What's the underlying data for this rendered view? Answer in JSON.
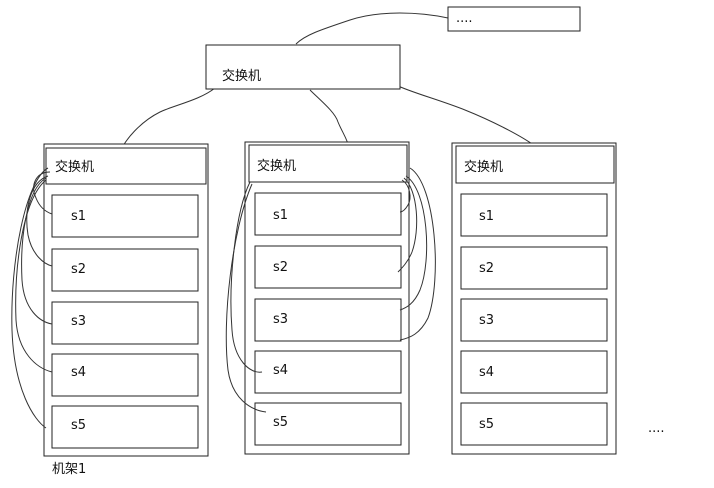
{
  "top_switch": {
    "label": "交换机"
  },
  "ellipsis_box": {
    "label": "...."
  },
  "racks": [
    {
      "switch_label": "交换机",
      "servers": [
        "s1",
        "s2",
        "s3",
        "s4",
        "s5"
      ],
      "caption": "机架1"
    },
    {
      "switch_label": "交换机",
      "servers": [
        "s1",
        "s2",
        "s3",
        "s4",
        "s5"
      ],
      "caption": ""
    },
    {
      "switch_label": "交换机",
      "servers": [
        "s1",
        "s2",
        "s3",
        "s4",
        "s5"
      ],
      "caption": ""
    }
  ],
  "more_racks": {
    "label": "...."
  }
}
